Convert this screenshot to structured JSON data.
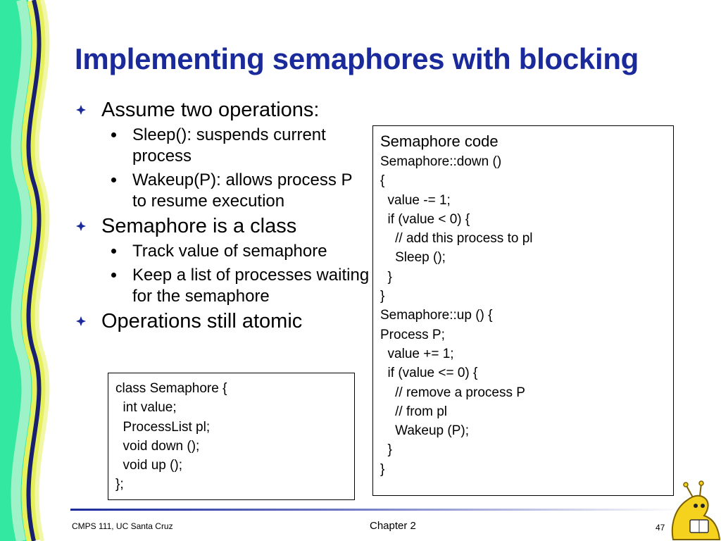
{
  "slide": {
    "title": "Implementing semaphores with blocking",
    "bullets": [
      {
        "text": "Assume two operations:",
        "sub": [
          "Sleep(): suspends current process",
          "Wakeup(P): allows process P to resume execution"
        ]
      },
      {
        "text": "Semaphore is a class",
        "sub": [
          "Track value of semaphore",
          "Keep a list of processes waiting for the semaphore"
        ]
      },
      {
        "text": "Operations still atomic",
        "sub": []
      }
    ],
    "class_code": [
      "class Semaphore {",
      "  int value;",
      "  ProcessList pl;",
      "  void down ();",
      "  void up ();",
      "};"
    ],
    "semaphore_code": {
      "heading": "Semaphore code",
      "lines": [
        "Semaphore::down ()",
        "{",
        "  value -= 1;",
        "  if (value < 0) {",
        "    // add this process to pl",
        "    Sleep ();",
        "  }",
        "}",
        "Semaphore::up () {",
        "Process P;",
        "  value += 1;",
        "  if (value <= 0) {",
        "    // remove a process P",
        "    // from pl",
        "    Wakeup (P);",
        "  }",
        "}"
      ]
    }
  },
  "footer": {
    "left": "CMPS 111, UC Santa Cruz",
    "center": "Chapter 2",
    "page": "47"
  },
  "colors": {
    "title": "#1a2a9a",
    "bullet_marker": "#1a2a9a",
    "wave_green": "#33e8a0",
    "wave_yellow": "#e6f05a",
    "wave_navy": "#1a2070"
  }
}
